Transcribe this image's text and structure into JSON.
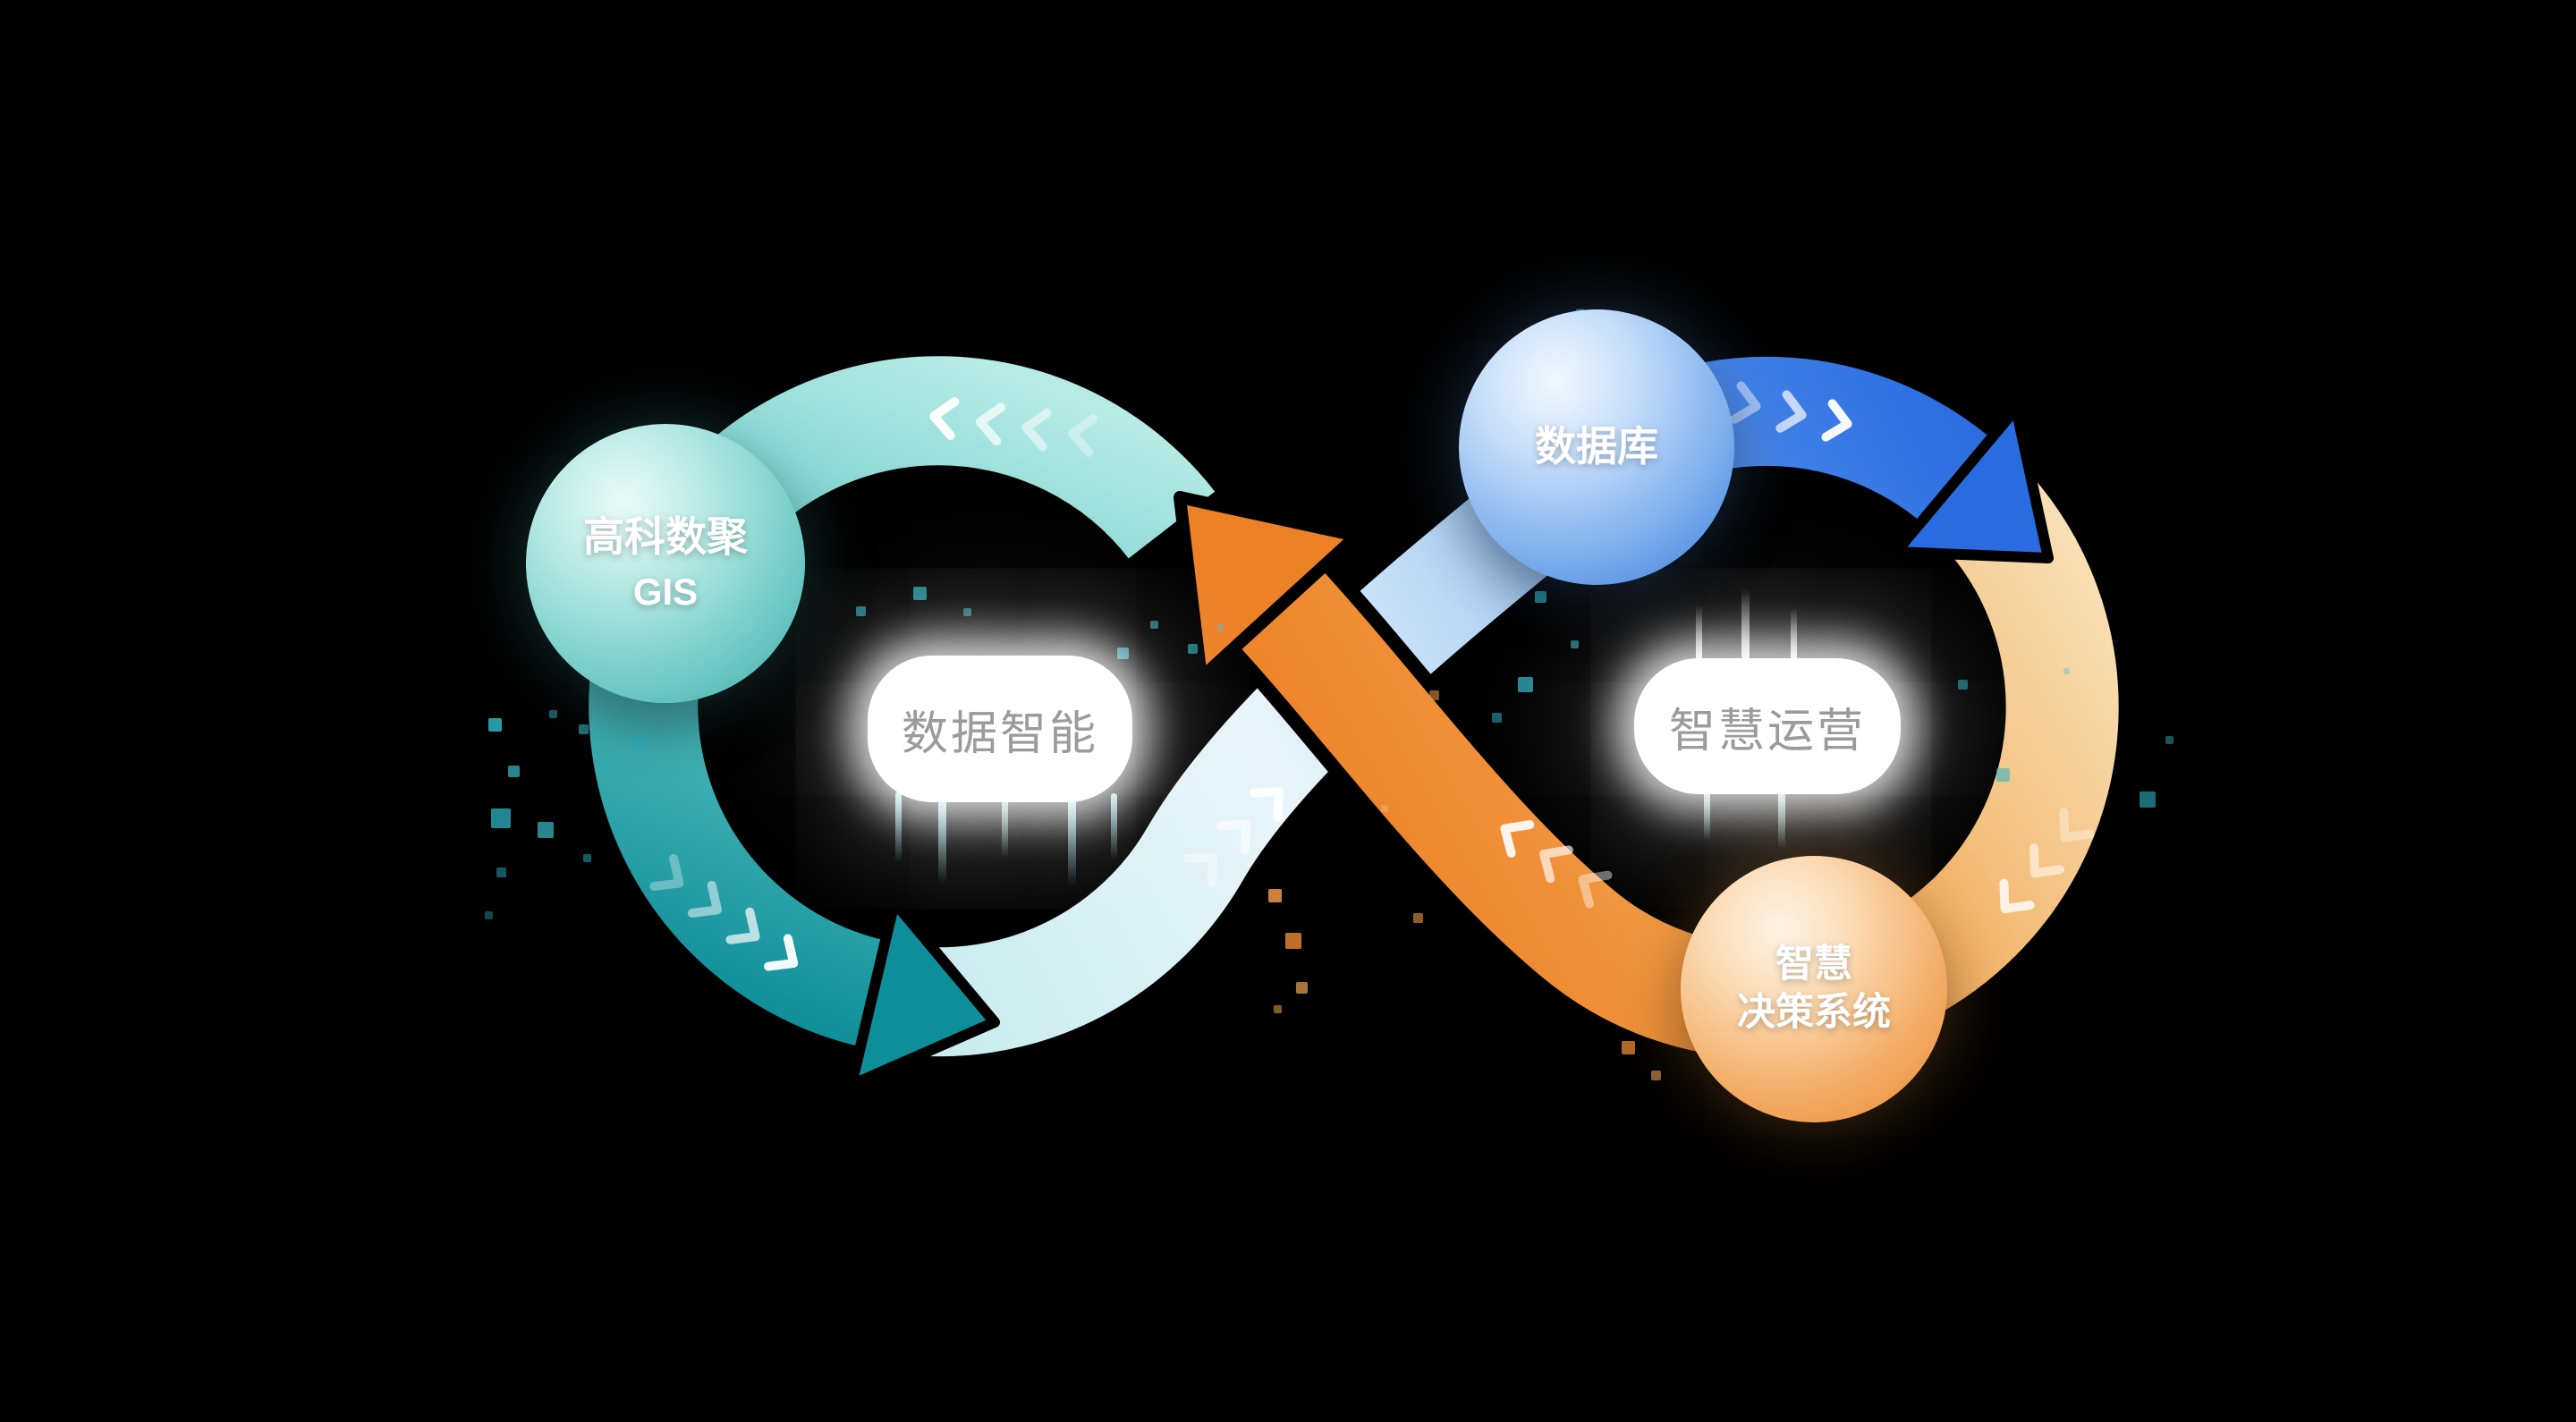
{
  "spheres": {
    "gis": {
      "line1": "高科数聚",
      "line2": "GIS"
    },
    "database": {
      "label": "数据库"
    },
    "decision": {
      "line1": "智慧",
      "line2": "决策系统"
    }
  },
  "pills": {
    "left": {
      "label": "数据智能"
    },
    "right": {
      "label": "智慧运营"
    }
  },
  "colors": {
    "background": "#000000",
    "teal_dark": "#0e8e99",
    "teal_light": "#b7ebe6",
    "blue": "#2a6ce0",
    "blue_sphere": "#4a86dc",
    "orange": "#ed8126",
    "tan": "#f8e3ba",
    "label_text_gray": "#9b9b9b"
  }
}
